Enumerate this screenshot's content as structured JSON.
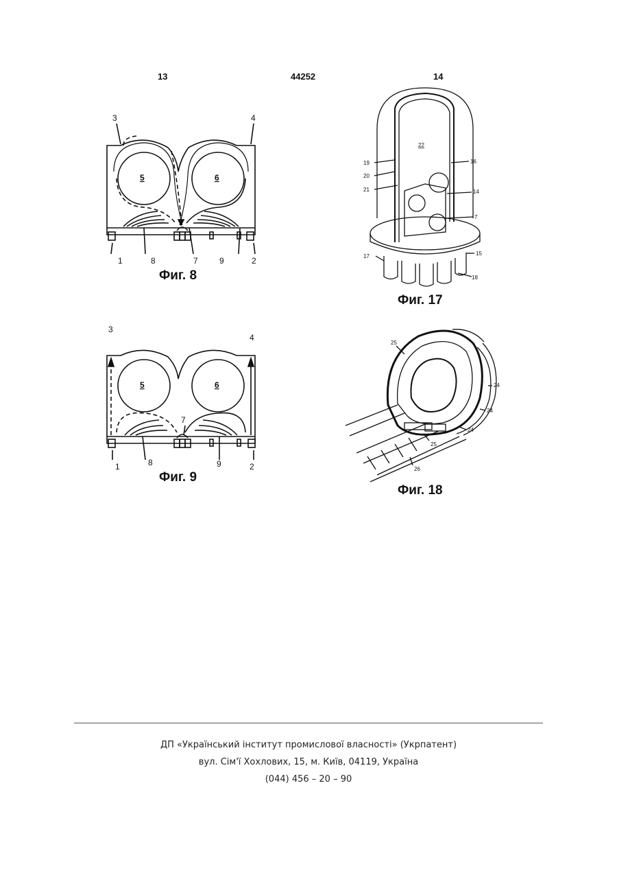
{
  "header": {
    "page_left": "13",
    "patent_number": "44252",
    "page_right": "14"
  },
  "figures": {
    "fig8": {
      "caption": "Фиг. 8",
      "labels": {
        "l1": "1",
        "l2": "2",
        "l3": "3",
        "l4": "4",
        "l5": "5",
        "l6": "6",
        "l7": "7",
        "l8": "8",
        "l9": "9"
      }
    },
    "fig9": {
      "caption": "Фиг. 9",
      "labels": {
        "l1": "1",
        "l2": "2",
        "l3": "3",
        "l4": "4",
        "l5": "5",
        "l6": "6",
        "l7": "7",
        "l8": "8",
        "l9": "9"
      }
    },
    "fig17": {
      "caption": "Фиг. 17",
      "labels": {
        "l22": "22",
        "l19": "19",
        "l16": "16",
        "l20": "20",
        "l21": "21",
        "l14": "14",
        "l7": "7",
        "l17": "17",
        "l15": "15",
        "l18": "18"
      }
    },
    "fig18": {
      "caption": "Фиг. 18",
      "labels": {
        "l25a": "25",
        "l24a": "24",
        "l24b": "24",
        "l24c": "24",
        "l25b": "25",
        "l26": "26"
      }
    }
  },
  "footer": {
    "line1": "ДП «Український інститут промислової власності» (Укрпатент)",
    "line2": "вул. Сім'ї Хохлових, 15, м. Київ, 04119, Україна",
    "line3": "(044) 456 – 20 – 90"
  }
}
